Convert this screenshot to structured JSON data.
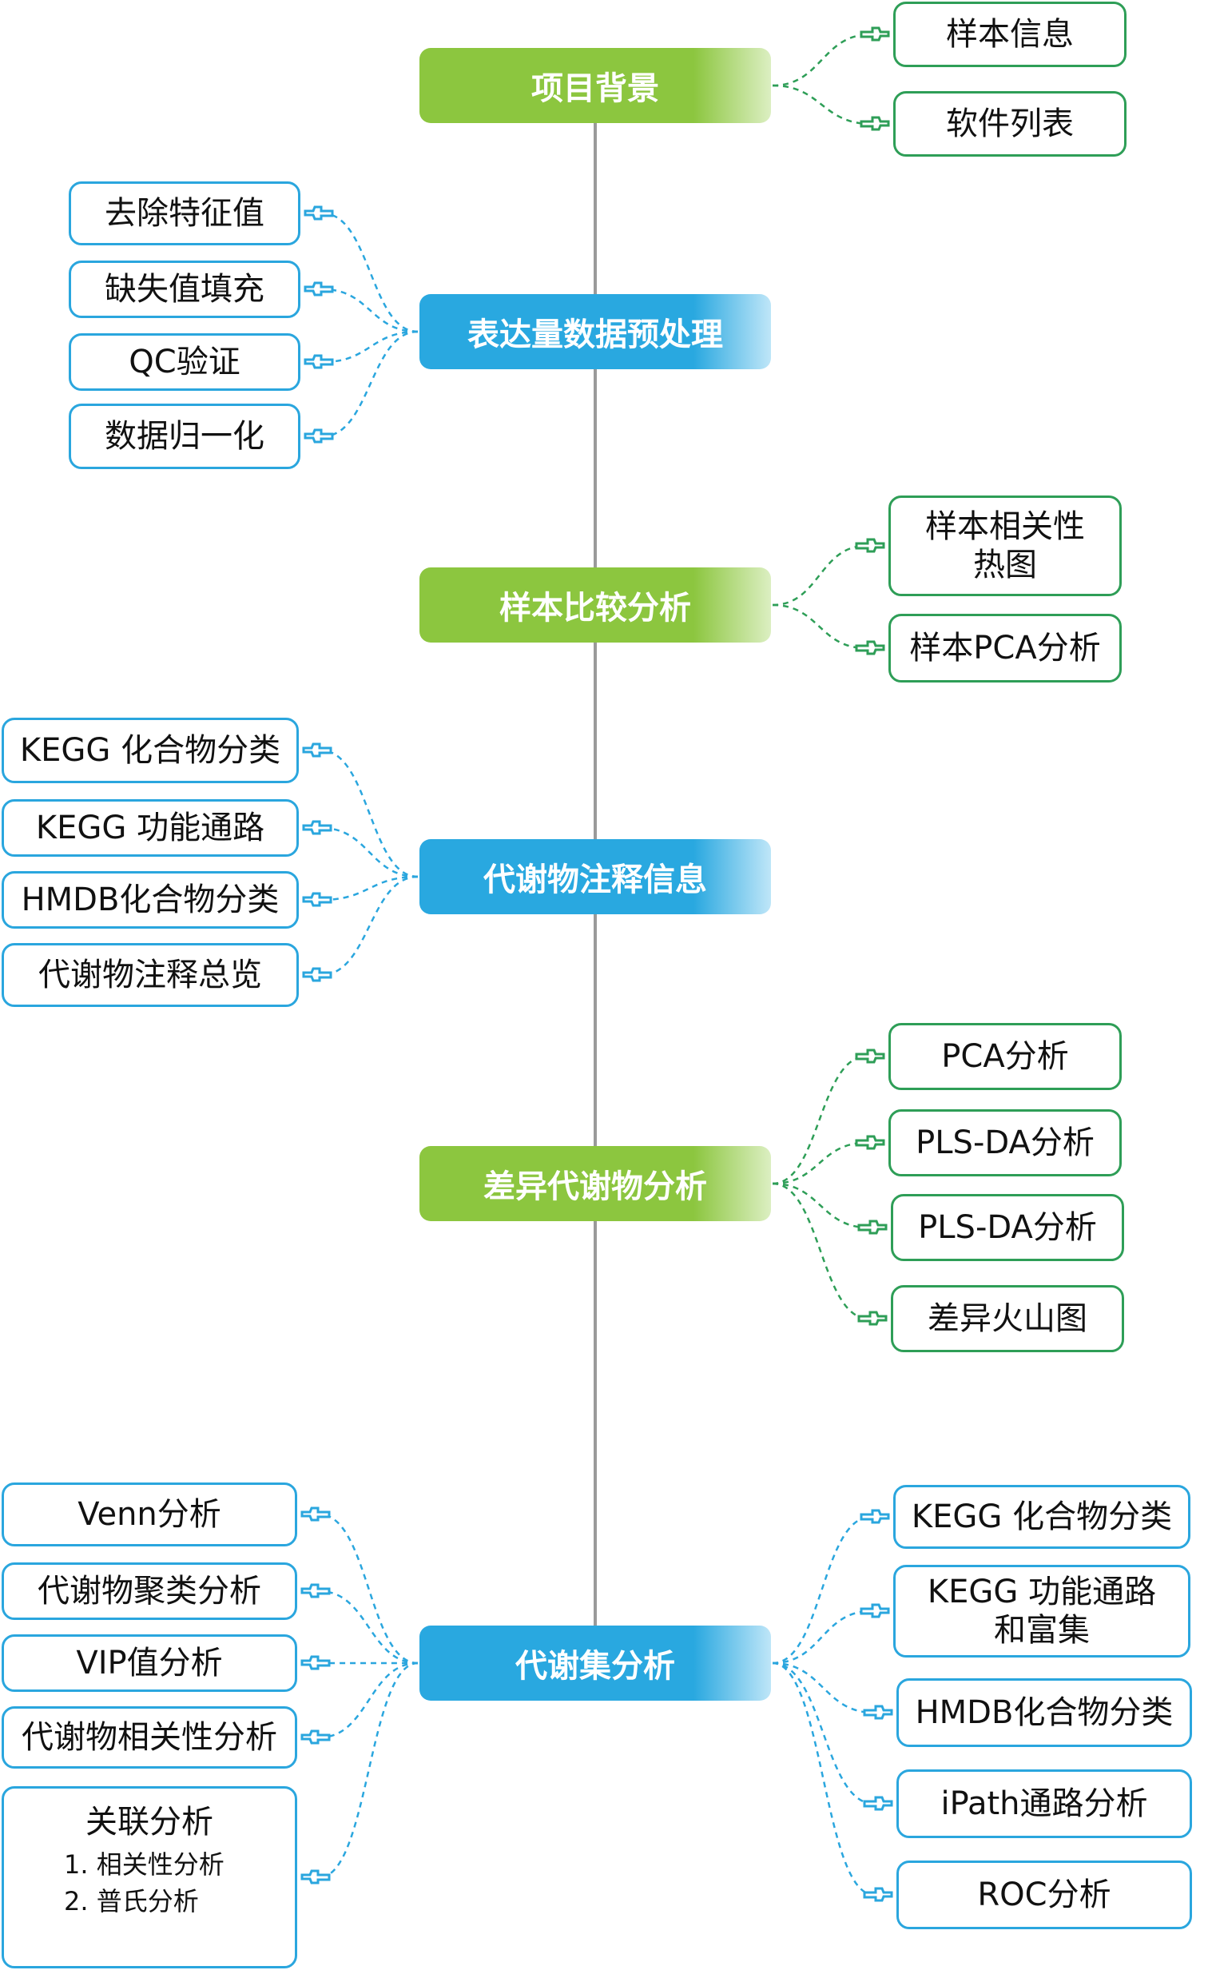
{
  "colors": {
    "green_main": "#8cc63f",
    "blue_main": "#29a8e0",
    "green_leaf_border": "#2e9e57",
    "blue_leaf_border": "#2aa6de",
    "trunk": "#9a9a9a"
  },
  "sections": [
    {
      "title": "项目背景",
      "color": "green",
      "side": "right",
      "leaves": [
        {
          "label": "样本信息"
        },
        {
          "label": "软件列表"
        }
      ]
    },
    {
      "title": "表达量数据预处理",
      "color": "blue",
      "side": "left",
      "leaves": [
        {
          "label": "去除特征值"
        },
        {
          "label": "缺失值填充"
        },
        {
          "label": "QC验证"
        },
        {
          "label": "数据归一化"
        }
      ]
    },
    {
      "title": "样本比较分析",
      "color": "green",
      "side": "right",
      "leaves": [
        {
          "label": "样本相关性热图",
          "line1": "样本相关性",
          "line2": "热图"
        },
        {
          "label": "样本PCA分析"
        }
      ]
    },
    {
      "title": "代谢物注释信息",
      "color": "blue",
      "side": "left",
      "leaves": [
        {
          "label": "KEGG 化合物分类"
        },
        {
          "label": "KEGG 功能通路"
        },
        {
          "label": "HMDB化合物分类"
        },
        {
          "label": "代谢物注释总览"
        }
      ]
    },
    {
      "title": "差异代谢物分析",
      "color": "green",
      "side": "right",
      "leaves": [
        {
          "label": "PCA分析"
        },
        {
          "label": "PLS-DA分析"
        },
        {
          "label": "PLS-DA分析"
        },
        {
          "label": "差异火山图"
        }
      ]
    },
    {
      "title": "代谢集分析",
      "color": "blue",
      "side": "both",
      "left_leaves": [
        {
          "label": "Venn分析"
        },
        {
          "label": "代谢物聚类分析"
        },
        {
          "label": "VIP值分析"
        },
        {
          "label": "代谢物相关性分析"
        },
        {
          "label": "关联分析",
          "items": [
            "1. 相关性分析",
            "2. 普氏分析"
          ]
        }
      ],
      "right_leaves": [
        {
          "label": "KEGG 化合物分类"
        },
        {
          "label": "KEGG 功能通路和富集",
          "line1": "KEGG 功能通路",
          "line2": "和富集"
        },
        {
          "label": "HMDB化合物分类"
        },
        {
          "label": "iPath通路分析"
        },
        {
          "label": "ROC分析"
        }
      ]
    }
  ],
  "icons": {
    "connector_marker": "pointing-hand-icon"
  }
}
